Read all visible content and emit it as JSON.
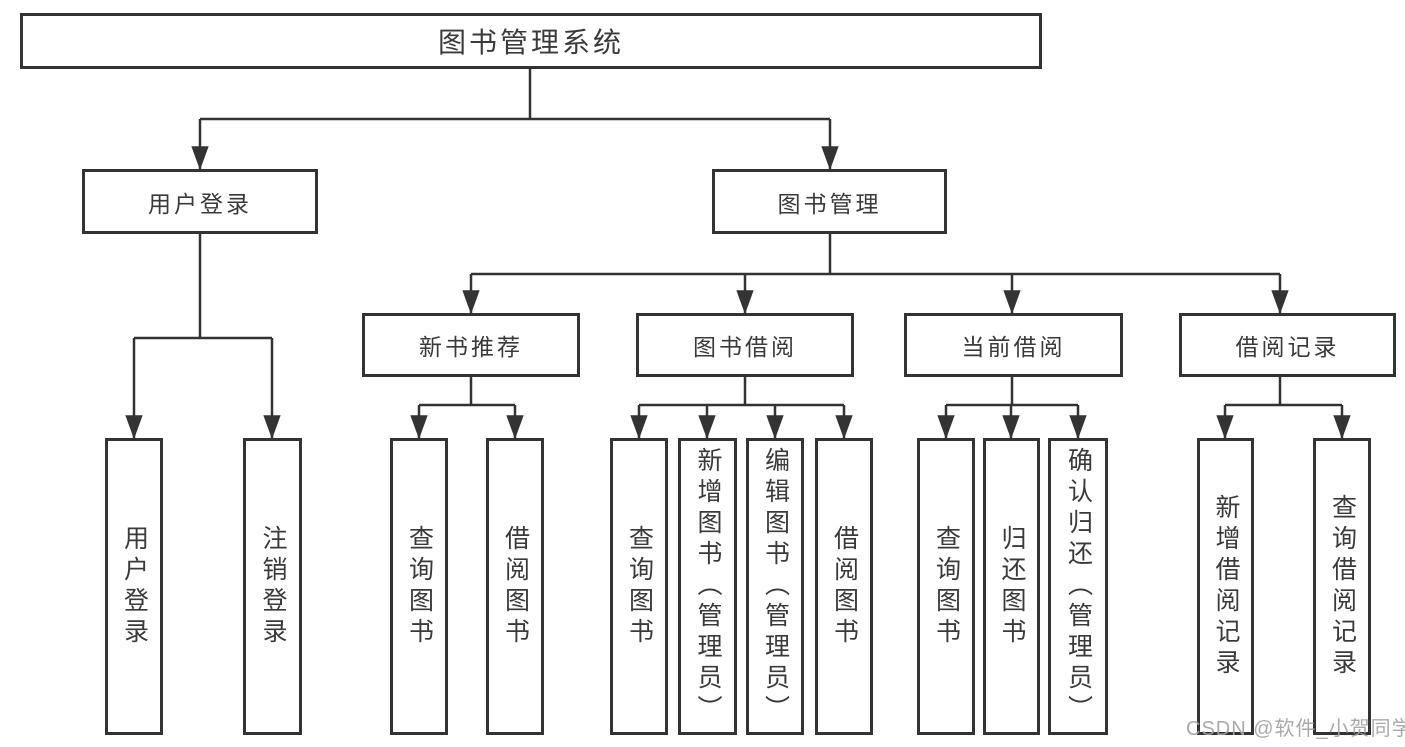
{
  "root": {
    "label": "图书管理系统"
  },
  "level2": {
    "user_login": {
      "label": "用户登录"
    },
    "book_management": {
      "label": "图书管理"
    }
  },
  "user_login_children": [
    {
      "label": "用户登录"
    },
    {
      "label": "注销登录"
    }
  ],
  "book_management_children": [
    {
      "label": "新书推荐",
      "children": [
        {
          "label": "查询图书"
        },
        {
          "label": "借阅图书"
        }
      ]
    },
    {
      "label": "图书借阅",
      "children": [
        {
          "label": "查询图书"
        },
        {
          "label": "新增图书（管理员）"
        },
        {
          "label": "编辑图书（管理员）"
        },
        {
          "label": "借阅图书"
        }
      ]
    },
    {
      "label": "当前借阅",
      "children": [
        {
          "label": "查询图书"
        },
        {
          "label": "归还图书"
        },
        {
          "label": "确认归还（管理员）"
        }
      ]
    },
    {
      "label": "借阅记录",
      "children": [
        {
          "label": "新增借阅记录"
        },
        {
          "label": "查询借阅记录"
        }
      ]
    }
  ],
  "watermark": "CSDN @软件_小贺同学",
  "colors": {
    "line": "#333333",
    "border": "#333333",
    "text": "#3a3a3a",
    "watermark": "#a3a3a3",
    "background": "#ffffff"
  }
}
